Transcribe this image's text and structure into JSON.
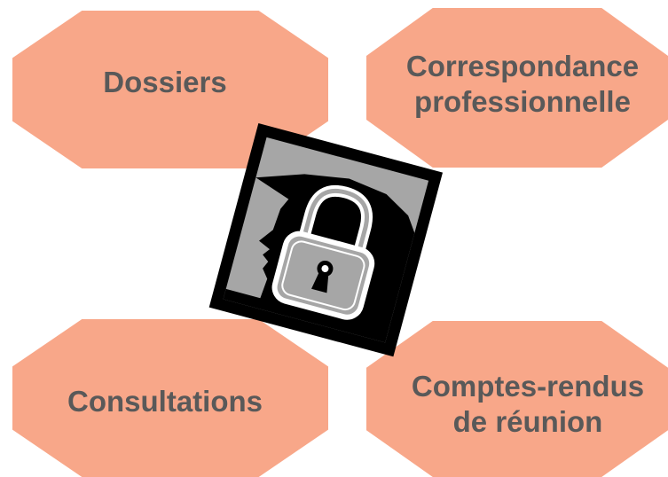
{
  "boxes": {
    "top_left": {
      "label": "Dossiers"
    },
    "top_right": {
      "label_line1": "Correspondance",
      "label_line2": "professionnelle"
    },
    "bottom_left": {
      "label": "Consultations"
    },
    "bottom_right": {
      "label_line1": "Comptes-rendus",
      "label_line2": "de réunion"
    }
  },
  "colors": {
    "box_fill": "#f8a789",
    "box_text": "#595959",
    "icon_frame": "#000000",
    "icon_background": "#a6a6a6",
    "lock": "#ffffff"
  },
  "icons": {
    "center": "head-with-padlock-icon"
  }
}
